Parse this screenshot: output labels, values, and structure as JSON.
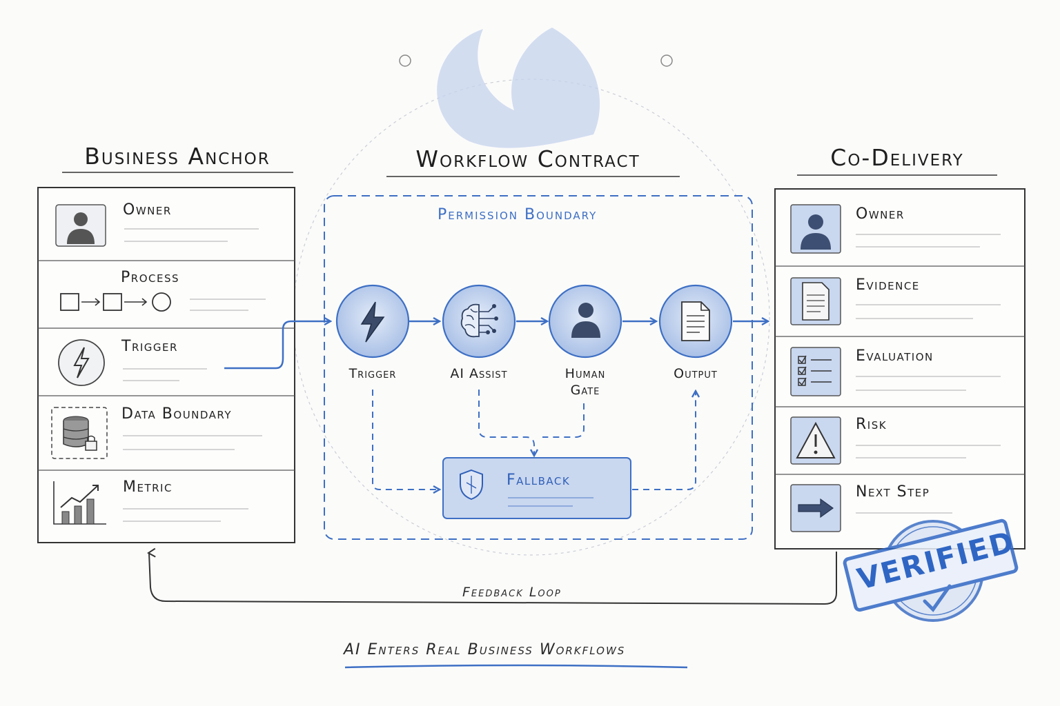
{
  "columns": {
    "left_title": "Business Anchor",
    "center_title": "Workflow Contract",
    "right_title": "Co-Delivery"
  },
  "left_panel": {
    "items": [
      {
        "label": "Owner",
        "icon": "person-icon"
      },
      {
        "label": "Process",
        "icon": "process-flow-icon"
      },
      {
        "label": "Trigger",
        "icon": "lightning-icon"
      },
      {
        "label": "Data Boundary",
        "icon": "database-lock-icon"
      },
      {
        "label": "Metric",
        "icon": "bar-chart-trend-icon"
      }
    ]
  },
  "center": {
    "boundary_label": "Permission Boundary",
    "nodes": [
      {
        "label": "Trigger",
        "icon": "lightning-icon"
      },
      {
        "label": "AI Assist",
        "icon": "brain-circuit-icon"
      },
      {
        "label": "Human Gate",
        "icon": "person-icon"
      },
      {
        "label": "Output",
        "icon": "document-icon"
      }
    ],
    "fallback_label": "Fallback"
  },
  "right_panel": {
    "items": [
      {
        "label": "Owner",
        "icon": "person-icon"
      },
      {
        "label": "Evidence",
        "icon": "document-icon"
      },
      {
        "label": "Evaluation",
        "icon": "checklist-icon"
      },
      {
        "label": "Risk",
        "icon": "warning-icon"
      },
      {
        "label": "Next Step",
        "icon": "arrow-right-icon"
      }
    ],
    "stamp": "VERIFIED"
  },
  "feedback_loop_label": "Feedback Loop",
  "caption": "AI Enters Real Business Workflows",
  "colors": {
    "accent_blue": "#3d6fc4",
    "fill_blue": "#c9d7ef",
    "ink": "#2b2b2b"
  }
}
